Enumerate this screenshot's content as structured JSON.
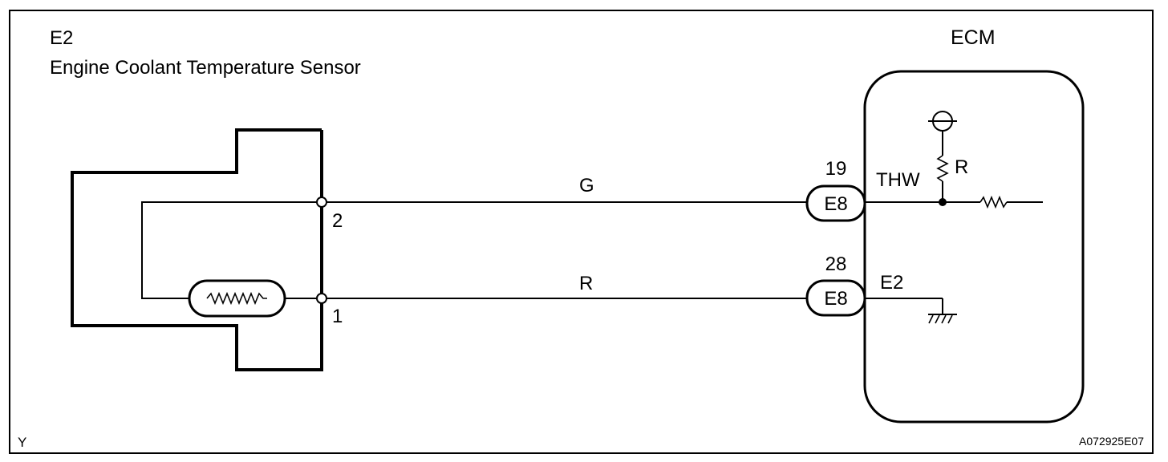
{
  "sensor": {
    "code": "E2",
    "name": "Engine Coolant Temperature Sensor",
    "terminal_2": "2",
    "terminal_1": "1"
  },
  "ecm": {
    "title": "ECM",
    "thw_label": "THW",
    "resistor_label": "R",
    "ground_label": "E2"
  },
  "wires": {
    "upper_color": "G",
    "lower_color": "R"
  },
  "connectors": {
    "upper": {
      "pin": "19",
      "name": "E8"
    },
    "lower": {
      "pin": "28",
      "name": "E8"
    }
  },
  "footer": {
    "left_mark": "Y",
    "figure_id": "A072925E07"
  }
}
